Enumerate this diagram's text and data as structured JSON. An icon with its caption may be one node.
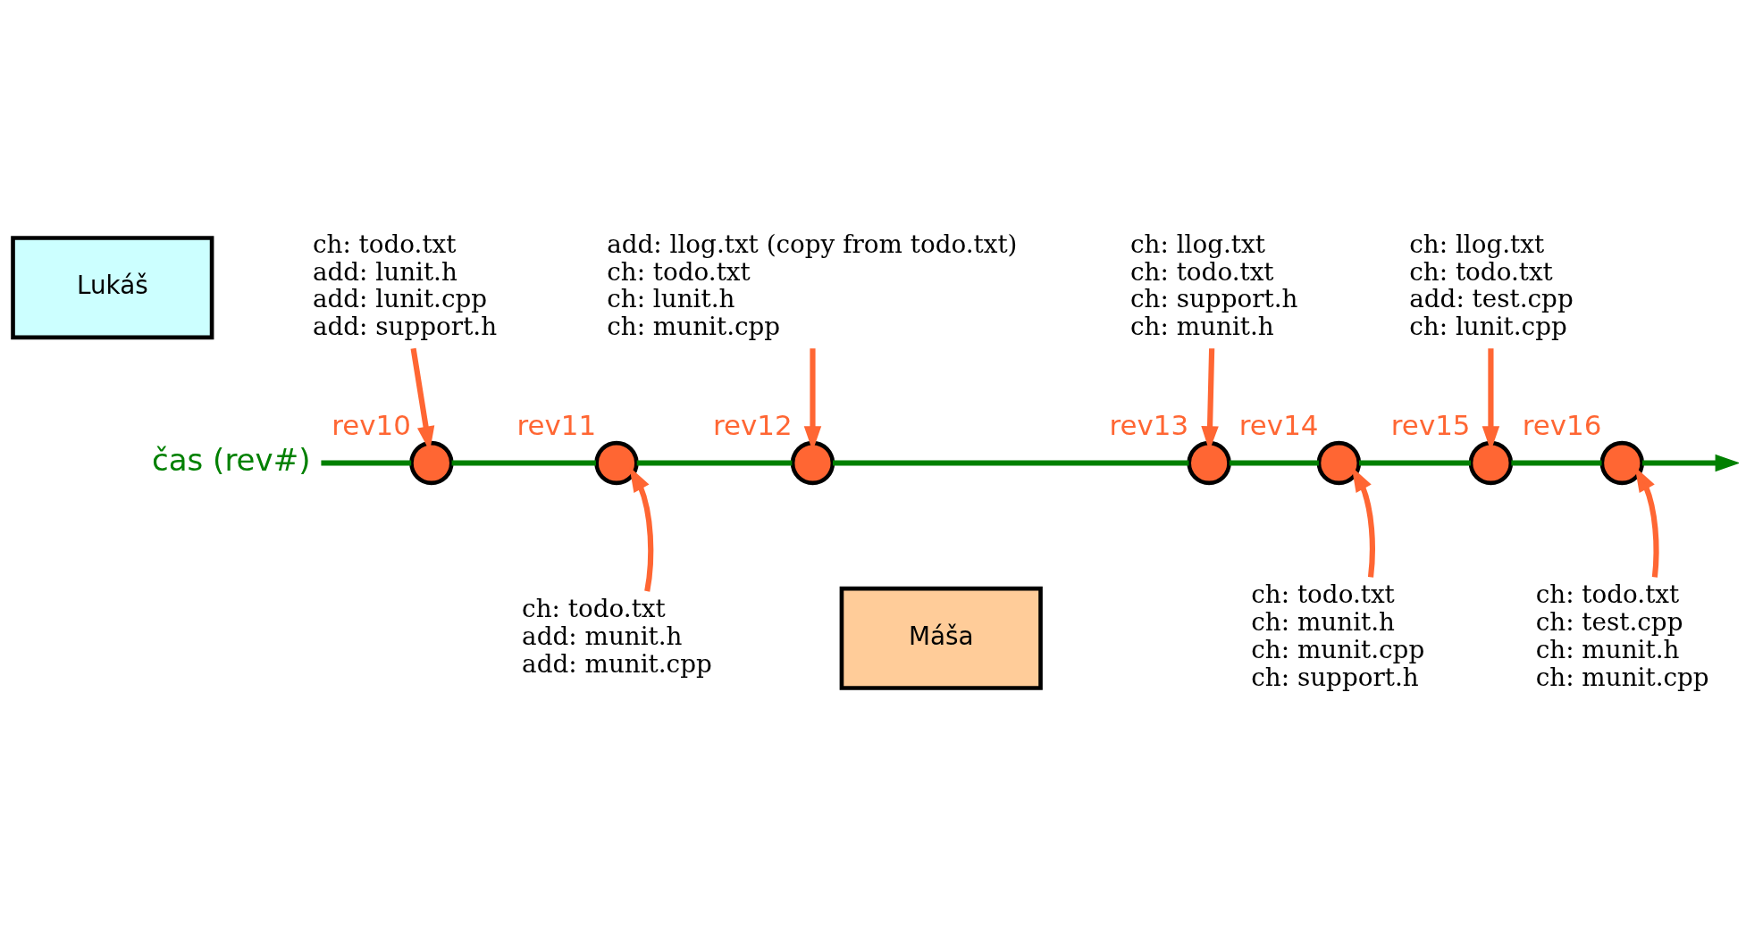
{
  "diagram": {
    "nodes": [
      {
        "text": [
          "Lukáš"
        ]
      },
      {
        "text": [
          "Máša"
        ]
      },
      {
        "text": [
          "čas (rev#)"
        ]
      },
      {
        "text": [],
        "shape": "circle",
        "beside": [
          "rev10"
        ]
      },
      {
        "text": [],
        "shape": "circle",
        "beside": [
          "rev11"
        ]
      },
      {
        "text": [],
        "shape": "circle",
        "beside": [
          "rev12"
        ]
      },
      {
        "text": [],
        "shape": "circle",
        "beside": [
          "rev13"
        ]
      },
      {
        "text": [],
        "shape": "circle",
        "beside": [
          "rev14"
        ]
      },
      {
        "text": [],
        "shape": "circle",
        "beside": [
          "rev15"
        ]
      },
      {
        "text": [],
        "shape": "circle",
        "beside": [
          "rev16"
        ]
      },
      {
        "text": [
          "ch: todo.txt",
          "add: lunit.h",
          "add: lunit.cpp",
          "add: support.h"
        ]
      },
      {
        "text": [
          "ch: todo.txt",
          "add: munit.h",
          "add: munit.cpp"
        ]
      },
      {
        "text": [
          "add: llog.txt (copy from todo.txt)",
          "ch: todo.txt",
          "ch: lunit.h",
          "ch: munit.cpp"
        ]
      },
      {
        "text": [
          "ch: llog.txt",
          "ch: todo.txt",
          "ch: support.h",
          "ch: munit.h"
        ]
      },
      {
        "text": [
          "ch: todo.txt",
          "ch: munit.h",
          "ch: munit.cpp",
          "ch: support.h"
        ]
      },
      {
        "text": [
          "ch: llog.txt",
          "ch: todo.txt",
          "add: test.cpp",
          "ch: lunit.cpp"
        ]
      },
      {
        "text": [
          "ch: todo.txt",
          "ch: test.cpp",
          "ch: munit.h",
          "ch: munit.cpp"
        ]
      }
    ],
    "edges": [
      {
        "from": 2,
        "to": 3,
        "arrow": "none",
        "color": "#008000"
      },
      {
        "from": 3,
        "to": 4,
        "arrow": "none",
        "color": "#008000"
      },
      {
        "from": 4,
        "to": 5,
        "arrow": "none",
        "color": "#008000"
      },
      {
        "from": 5,
        "to": 6,
        "arrow": "none",
        "color": "#008000"
      },
      {
        "from": 6,
        "to": 7,
        "arrow": "none",
        "color": "#008000"
      },
      {
        "from": 7,
        "to": 8,
        "arrow": "none",
        "color": "#008000"
      },
      {
        "from": 8,
        "to": 9,
        "arrow": "none",
        "color": "#008000"
      },
      {
        "from": 9,
        "to": null,
        "arrow": "to",
        "color": "#008000"
      },
      {
        "from": 10,
        "to": 3,
        "arrow": "to",
        "color": "#ff6633"
      },
      {
        "from": 11,
        "to": 4,
        "arrow": "to",
        "color": "#ff6633"
      },
      {
        "from": 12,
        "to": 5,
        "arrow": "to",
        "color": "#ff6633"
      },
      {
        "from": 13,
        "to": 6,
        "arrow": "to",
        "color": "#ff6633"
      },
      {
        "from": 14,
        "to": 7,
        "arrow": "to",
        "color": "#ff6633"
      },
      {
        "from": 15,
        "to": 8,
        "arrow": "to",
        "color": "#ff6633"
      },
      {
        "from": 16,
        "to": 9,
        "arrow": "to",
        "color": "#ff6633"
      }
    ]
  }
}
